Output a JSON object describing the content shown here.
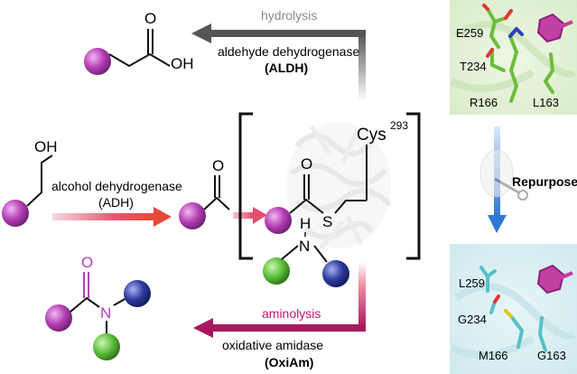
{
  "colors": {
    "substrate_ball": "#b43fb4",
    "amine_ball_green": "#5cbf3a",
    "amine_ball_blue": "#2d3b9e",
    "hydrolysis_arrow": "#555555",
    "aminolysis_arrow": "#a8185f",
    "adh_arrow_start": "#f4c6d4",
    "adh_arrow_end": "#e8473a",
    "repurpose_arrow": "#2f78d6",
    "wt_residue": "#6cbd3a",
    "mut_residue": "#57c0c8",
    "nitrogen_pink": "#d43a8a"
  },
  "top": {
    "product_label": "OH",
    "carbonyl_O": "O",
    "process_label": "hydrolysis",
    "enzyme_label": "aldehyde dehydrogenase",
    "enzyme_abbrev": "(ALDH)"
  },
  "middle": {
    "alcohol_label": "OH",
    "enzyme_label": "alcohol dehydrogenase",
    "enzyme_abbrev": "(ADH)",
    "aldehyde_O": "O",
    "thioester_O": "O",
    "thioester_S": "S",
    "cys_label": "Cys",
    "cys_number": "293"
  },
  "bottom": {
    "amine_H": "H",
    "amine_N": "N",
    "amide_O": "O",
    "amide_N": "N",
    "process_label": "aminolysis",
    "enzyme_label": "oxidative amidase",
    "enzyme_abbrev": "(OxiAm)"
  },
  "right_panel": {
    "wild_type_residues": [
      "E259",
      "T234",
      "R166",
      "L163"
    ],
    "repurpose_label": "Repurpose",
    "mutant_residues": [
      "L259",
      "G234",
      "M166",
      "G163"
    ]
  }
}
